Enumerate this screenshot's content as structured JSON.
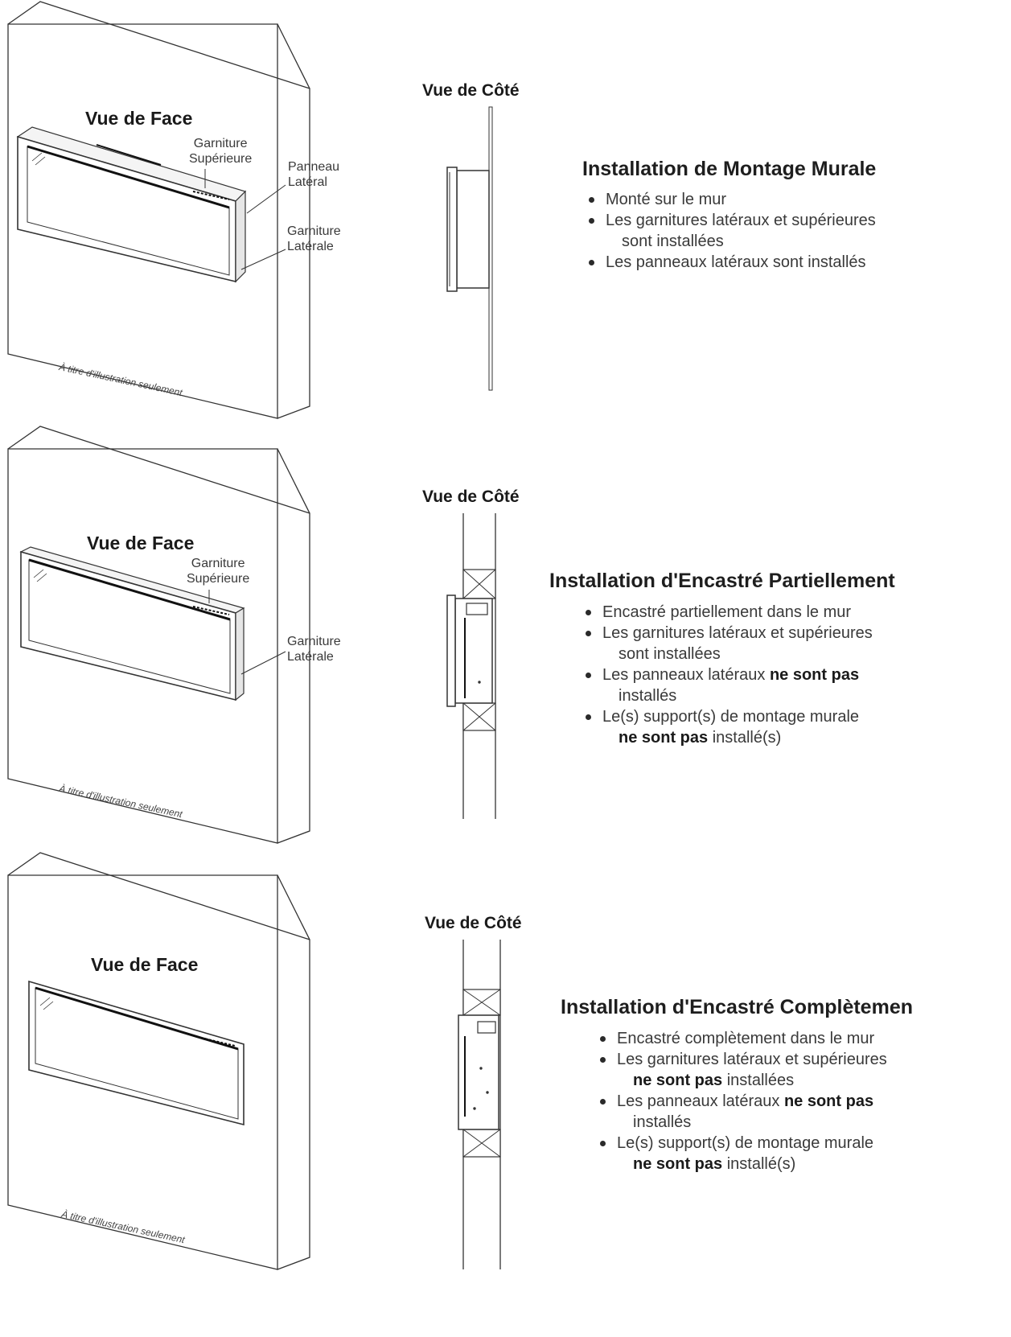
{
  "sections": [
    {
      "front_title": "Vue de Face",
      "side_title": "Vue de Côté",
      "callouts": {
        "top_trim": [
          "Garniture",
          "Supérieure"
        ],
        "side_panel": [
          "Panneau",
          "Latéral"
        ],
        "side_trim": [
          "Garniture",
          "Latérale"
        ]
      },
      "caption": "À titre d'illustration seulement",
      "heading": "Installation de Montage Murale",
      "bullets": [
        {
          "text": "Monté sur le mur"
        },
        {
          "text": "Les garnitures latéraux et supérieures",
          "cont": "sont installées"
        },
        {
          "text": "Les panneaux latéraux sont installés"
        }
      ]
    },
    {
      "front_title": "Vue de Face",
      "side_title": "Vue de Côté",
      "callouts": {
        "top_trim": [
          "Garniture",
          "Supérieure"
        ],
        "side_trim": [
          "Garniture",
          "Latérale"
        ]
      },
      "caption": "À titre d'illustration seulement",
      "heading": "Installation d'Encastré Partiellement",
      "bullets": [
        {
          "text": "Encastré partiellement dans le mur"
        },
        {
          "text": "Les garnitures latéraux et supérieures",
          "cont": "sont installées"
        },
        {
          "text": "Les panneaux latéraux ",
          "bold": "ne sont pas",
          "cont": "installés"
        },
        {
          "text": "Le(s) support(s) de montage murale",
          "cont_bold": "ne sont pas",
          "cont": " installé(s)"
        }
      ]
    },
    {
      "front_title": "Vue de Face",
      "side_title": "Vue de Côté",
      "caption": "À titre d'illustration seulement",
      "heading": "Installation d'Encastré Complètemen",
      "bullets": [
        {
          "text": "Encastré complètement dans le mur"
        },
        {
          "text": "Les garnitures latéraux et supérieures",
          "cont_bold": "ne sont pas",
          "cont": " installées"
        },
        {
          "text": "Les panneaux latéraux ",
          "bold": "ne sont pas",
          "cont": "installés"
        },
        {
          "text": "Le(s) support(s) de montage murale",
          "cont_bold": "ne sont pas",
          "cont": " installé(s)"
        }
      ]
    }
  ]
}
